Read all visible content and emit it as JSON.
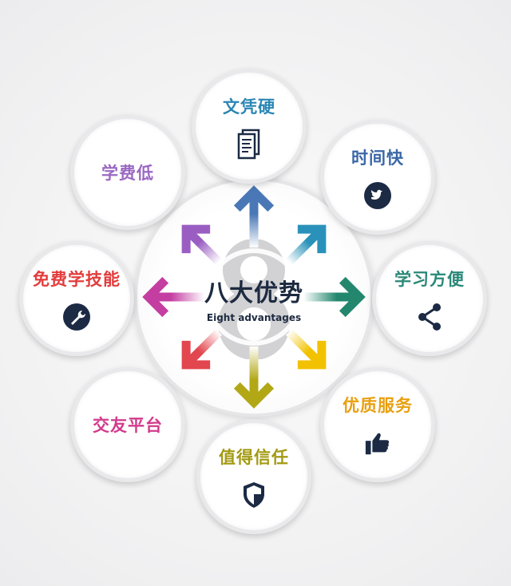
{
  "center": {
    "title": "八大优势",
    "subtitle": "Eight advantages",
    "number": "8"
  },
  "advantages": [
    {
      "label": "文凭硬",
      "color": "#2a86b4",
      "icon": "document-icon",
      "arrow_color": "#4a78b6"
    },
    {
      "label": "时间快",
      "color": "#3b67a6",
      "icon": "twitter-bird-icon",
      "arrow_color": "#2a92ba"
    },
    {
      "label": "学习方便",
      "color": "#2a8878",
      "icon": "share-icon",
      "arrow_color": "#23876e"
    },
    {
      "label": "优质服务",
      "color": "#e8a010",
      "icon": "thumbs-up-icon",
      "arrow_color": "#f2c200"
    },
    {
      "label": "值得信任",
      "color": "#a39a12",
      "icon": "shield-icon",
      "arrow_color": "#b2a816"
    },
    {
      "label": "交友平台",
      "color": "#d23a8c",
      "icon": "",
      "arrow_color": "#e2464e"
    },
    {
      "label": "免费学技能",
      "color": "#e23c3c",
      "icon": "wrench-icon",
      "arrow_color": "#c43ea2"
    },
    {
      "label": "学费低",
      "color": "#9a68c2",
      "icon": "",
      "arrow_color": "#9a5ec2"
    }
  ],
  "icon_color": "#1c2a44"
}
